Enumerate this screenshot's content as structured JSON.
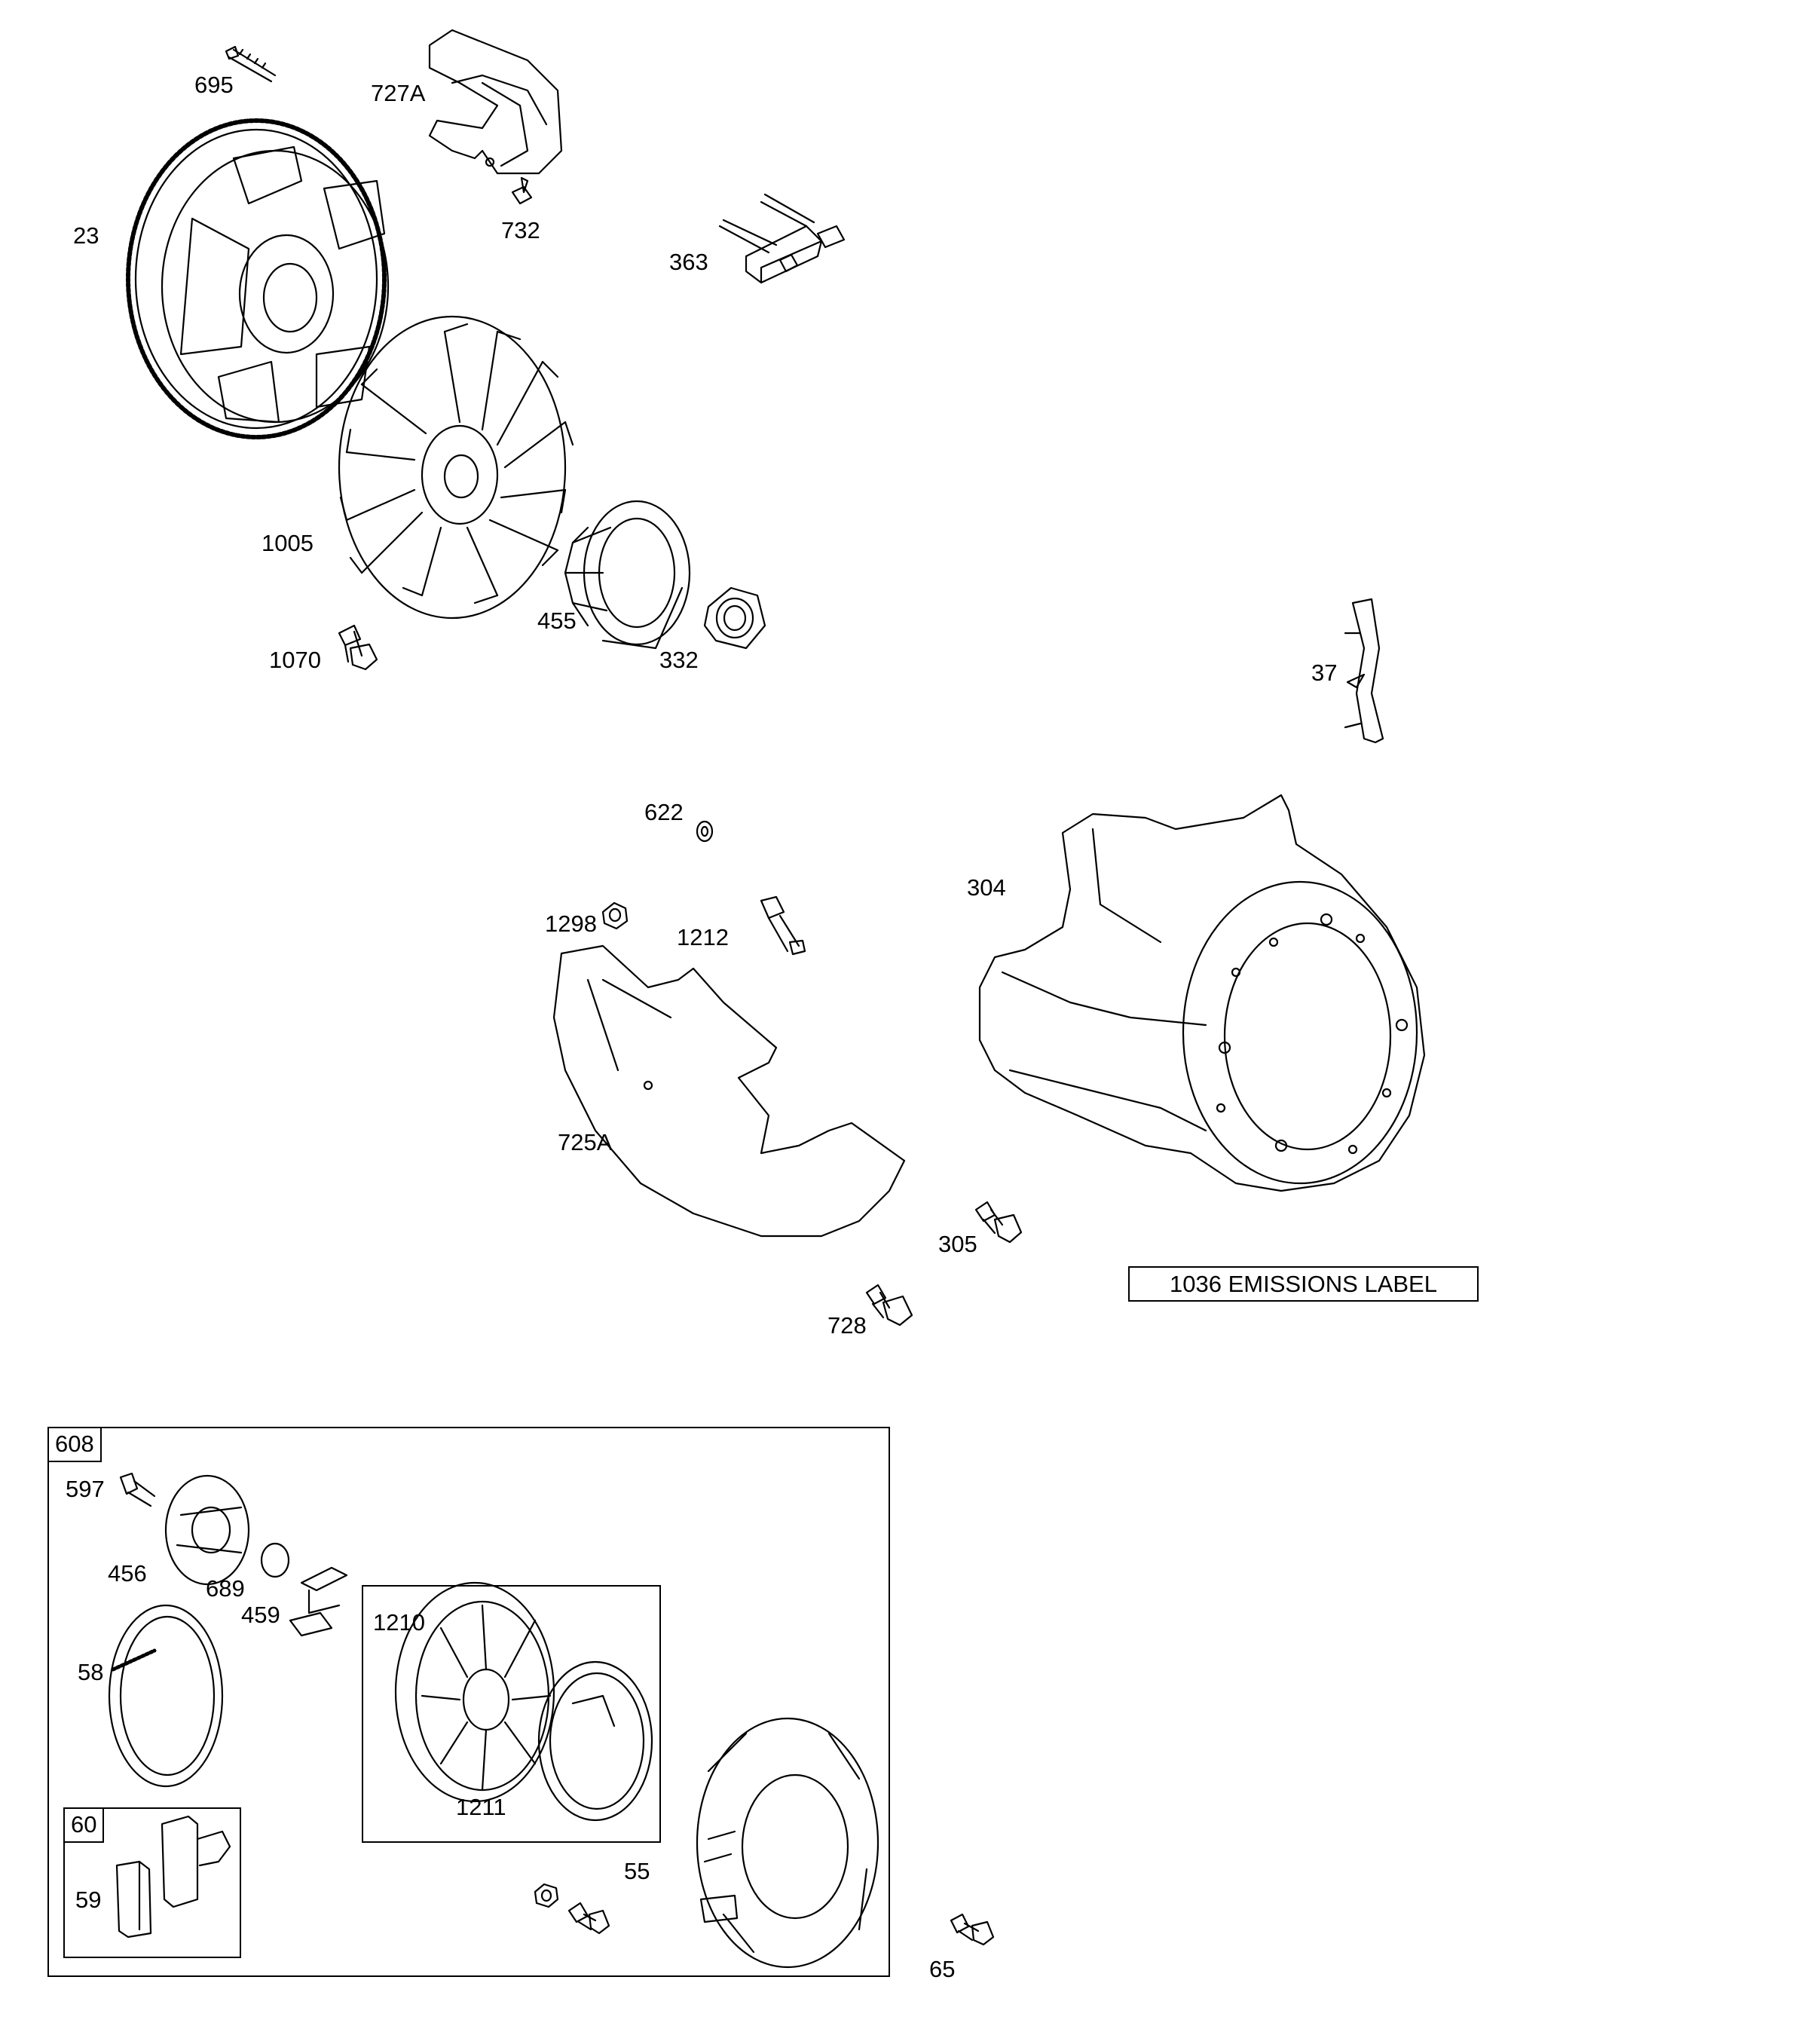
{
  "labels": {
    "p695": "695",
    "p727A": "727A",
    "p23": "23",
    "p732": "732",
    "p363": "363",
    "p1005": "1005",
    "p455": "455",
    "p332": "332",
    "p1070": "1070",
    "p37": "37",
    "p622": "622",
    "p304": "304",
    "p1298": "1298",
    "p1212": "1212",
    "p725A": "725A",
    "p305": "305",
    "p728": "728",
    "p597": "597",
    "p456": "456",
    "p689": "689",
    "p459": "459",
    "p1210": "1210",
    "p58": "58",
    "p1211": "1211",
    "p59": "59",
    "p55": "55",
    "p65": "65"
  },
  "groups": {
    "g608": "608",
    "g60": "60"
  },
  "note": {
    "emissions": "1036 EMISSIONS LABEL"
  },
  "colors": {
    "line": "#000000",
    "background": "#ffffff"
  }
}
